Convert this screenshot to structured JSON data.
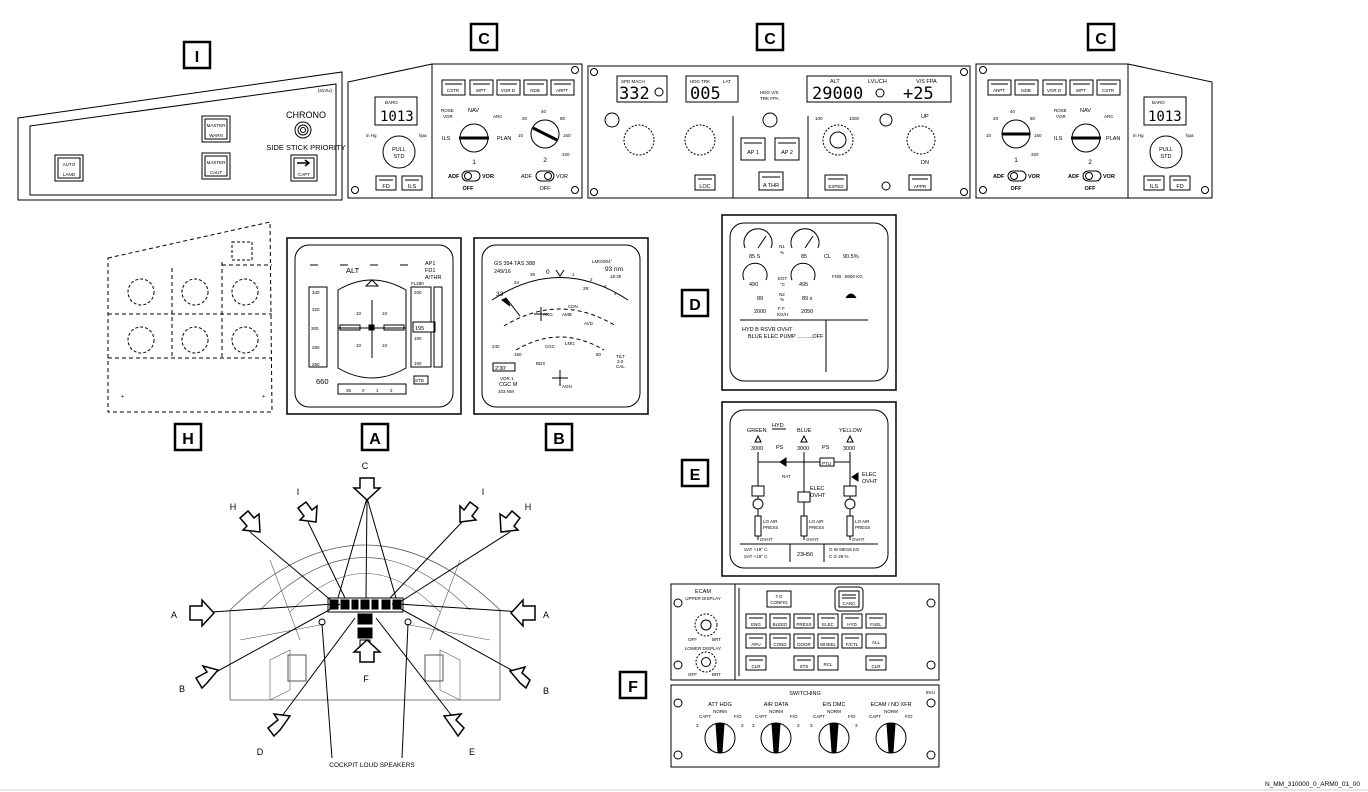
{
  "letters": {
    "I": "I",
    "C": "C",
    "A": "A",
    "B": "B",
    "D": "D",
    "E": "E",
    "F": "F",
    "H": "H"
  },
  "glareshield": {
    "left_ref": "(31VU)",
    "auto_land": [
      "AUTO",
      "LAND"
    ],
    "master_warn": [
      "MASTER",
      "WARN"
    ],
    "master_caut": [
      "MASTER",
      "CAUT"
    ],
    "chrono": "CHRONO",
    "side_stick": "SIDE STICK PRIORITY",
    "capt": "CAPT"
  },
  "efis": {
    "baro": "BARO",
    "baro_value": "1013",
    "in_hg": "in Hg",
    "hpa": "hpa",
    "pull_std": [
      "PULL",
      "STD"
    ],
    "fd": "FD",
    "ils": "ILS",
    "buttons_capt": [
      "CSTR",
      "WPT",
      "VOR D",
      "NDB",
      "ARPT"
    ],
    "buttons_fo": [
      "ARPT",
      "NDB",
      "VOR D",
      "WPT",
      "CSTR"
    ],
    "modes": [
      "ROSE",
      "VOR",
      "NAV",
      "ARC",
      "ILS",
      "PLAN"
    ],
    "ranges": [
      "10",
      "20",
      "40",
      "80",
      "160",
      "320"
    ],
    "adf": "ADF",
    "vor": "VOR",
    "off": "OFF",
    "one": "1",
    "two": "2"
  },
  "fcu": {
    "spd_mach": "SPD MACH",
    "spd_value": "332",
    "hdg_trk": "HDG TRK",
    "lat": "LAT",
    "hdg_value": "005",
    "hdg_vs": "HDG V/S",
    "trk_fpa": "TRK FPA",
    "alt": "ALT",
    "lvl_ch": "LVL/CH",
    "vs_fpa": "V/S FPA",
    "alt_value": "29000",
    "vs_value": "+25",
    "ap1": "AP 1",
    "ap2": "AP 2",
    "loc": "LOC",
    "athr": "A THR",
    "expedite": "EXPED",
    "appr": "APPR",
    "alt_100": "100",
    "alt_1000": "1000",
    "up": "UP",
    "dn": "DN"
  },
  "pfd": {
    "alt": "ALT",
    "ap1": "AP1",
    "fd1": "FD1",
    "athr": "A/THR",
    "fl": "FL280",
    "speeds": [
      "340",
      "320",
      "300",
      "280",
      "260"
    ],
    "alts": [
      "200",
      "195",
      "190",
      "150"
    ],
    "pitch": [
      "10",
      "10",
      "10",
      "10"
    ],
    "bottom_speed": "660",
    "heading": [
      "35",
      "0",
      "1",
      "2"
    ],
    "std": "STD"
  },
  "nd": {
    "gs": "GS 394 TAS 388",
    "wind": "249/16",
    "lmg": "LMG/004°",
    "dist": "93 nm",
    "time": "18:35",
    "ticks": [
      "33",
      "34",
      "35",
      "0",
      "1",
      "2",
      "3",
      "4"
    ],
    "waypoints": [
      "CDN",
      "ANG",
      "AMB",
      "AVD",
      "CGC",
      "LMG",
      "BDX",
      "AGN"
    ],
    "rings": [
      "240",
      "160",
      "80"
    ],
    "tilt": [
      "TILT",
      "3.0",
      "CAL"
    ],
    "bottom": [
      "2'30'",
      "VOR 1",
      "CGC M",
      "103 NM"
    ],
    "r2r": "2R"
  },
  "ewd": {
    "n1": [
      "85 S",
      "85"
    ],
    "cl": "CL",
    "pct": "90.5%",
    "egt": [
      "490",
      "495"
    ],
    "fob": "FOB  :  8000 KG",
    "n2": [
      "89",
      "89 s"
    ],
    "ff": [
      "2000",
      "2050"
    ],
    "labels": [
      "N1",
      "%",
      "EGT",
      "°C",
      "N2",
      "%",
      "F F",
      "KG/H"
    ],
    "memo": [
      "HYD B RSVR OVHT",
      "BLUE ELEC PUMP ..........OFF"
    ]
  },
  "sd": {
    "hyd": "HYD",
    "systems": [
      "GREEN",
      "BLUE",
      "YELLOW"
    ],
    "press": [
      "3000",
      "3000",
      "3000"
    ],
    "ps": "PS",
    "rat": "RAT",
    "ptu": "PTU",
    "elec": [
      "ELEC",
      "OVHT"
    ],
    "lo_air": [
      "LO AIR",
      "PRESS"
    ],
    "ovht": "OVHT",
    "sat": [
      "SAT +19° C",
      "SAT +18° C"
    ],
    "time": "23H56",
    "gw": [
      "G  W 59015 KG",
      "C G 28  %"
    ]
  },
  "ecam_panel": {
    "title": "ECAM",
    "upper": "UPPER DISPLAY",
    "lower": "LOWER DISPLAY",
    "off": "OFF",
    "brt": "BRT",
    "to_config": [
      "T.O",
      "CONFIG"
    ],
    "emer_canc": "CANC",
    "row1": [
      "ENG",
      "BLEED",
      "PRESS",
      "ELEC",
      "HYD",
      "FUEL"
    ],
    "row2": [
      "APU",
      "COND",
      "DOOR",
      "WHEEL",
      "F/CTL",
      "ALL"
    ],
    "clr": "CLR",
    "sts": "STS",
    "rcl": "RCL"
  },
  "switching": {
    "title": "SWITCHING",
    "ref": "8VU",
    "knobs": [
      "ATT HDG",
      "AIR DATA",
      "EIS DMC",
      "ECAM / ND XFR"
    ],
    "norm": "NORM",
    "capt": "CAPT",
    "fo": "F/O",
    "three": "3"
  },
  "cockpit": {
    "speakers": "COCKPIT LOUD SPEAKERS"
  },
  "footer": "N_MM_310000_0_ARM0_01_00"
}
